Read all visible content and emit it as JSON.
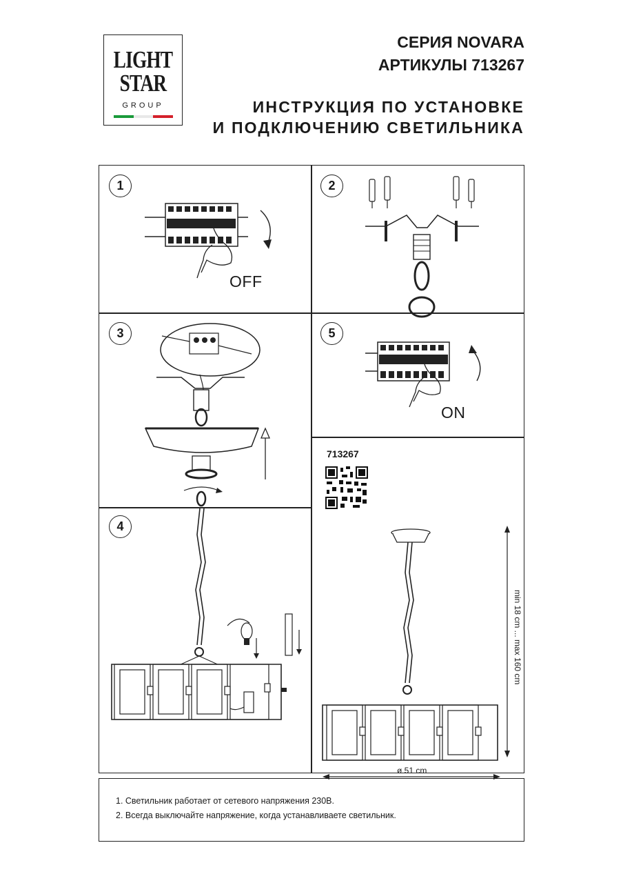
{
  "logo": {
    "line1": "LIGHT",
    "line2": "STAR",
    "line3": "GROUP",
    "flag_colors": [
      "#1a9a3a",
      "#ffffff",
      "#d4202a"
    ]
  },
  "header": {
    "series": "СЕРИЯ NOVARA",
    "articles": "АРТИКУЛЫ 713267",
    "instruction_line1": "ИНСТРУКЦИЯ ПО УСТАНОВКЕ",
    "instruction_line2": "И ПОДКЛЮЧЕНИЮ СВЕТИЛЬНИКА"
  },
  "steps": {
    "s1": "1",
    "s2": "2",
    "s3": "3",
    "s4": "4",
    "s5": "5"
  },
  "labels": {
    "off": "OFF",
    "on": "ON",
    "article": "713267"
  },
  "dimensions": {
    "height": "min 18 cm ... max 160 cm",
    "diameter": "ø 51 cm"
  },
  "notes": [
    "1. Светильник работает от сетевого напряжения 230В.",
    "2. Всегда выключайте напряжение, когда устанавливаете светильник."
  ]
}
